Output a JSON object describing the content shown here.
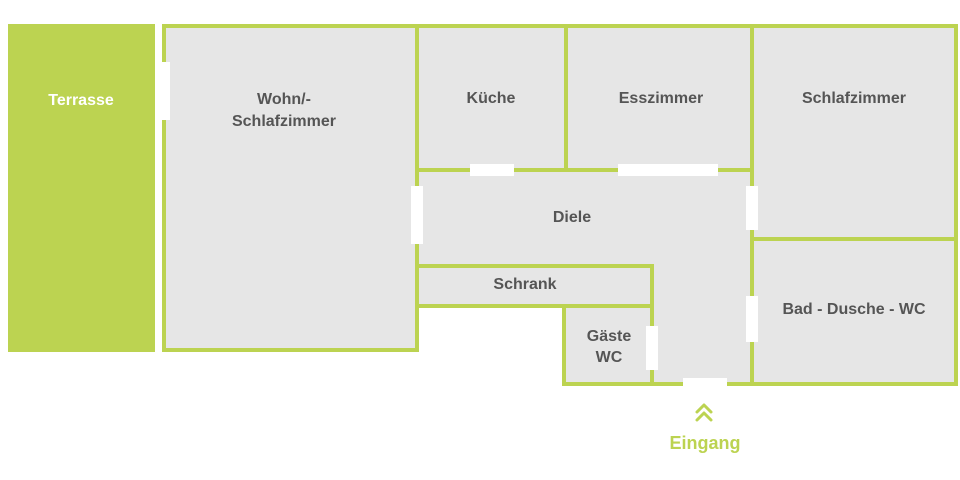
{
  "colors": {
    "accent": "#bcd351",
    "room": "#e6e6e6",
    "label": "#555555"
  },
  "rooms": {
    "terrace": "Terrasse",
    "living_line1": "Wohn/-",
    "living_line2": "Schlafzimmer",
    "kitchen": "Küche",
    "dining": "Esszimmer",
    "bedroom": "Schlafzimmer",
    "hall": "Diele",
    "closet": "Schrank",
    "guest_wc_line1": "Gäste",
    "guest_wc_line2": "WC",
    "bathroom": "Bad - Dusche - WC"
  },
  "entrance": {
    "label": "Eingang",
    "icon": "double-chevron-up-icon"
  }
}
